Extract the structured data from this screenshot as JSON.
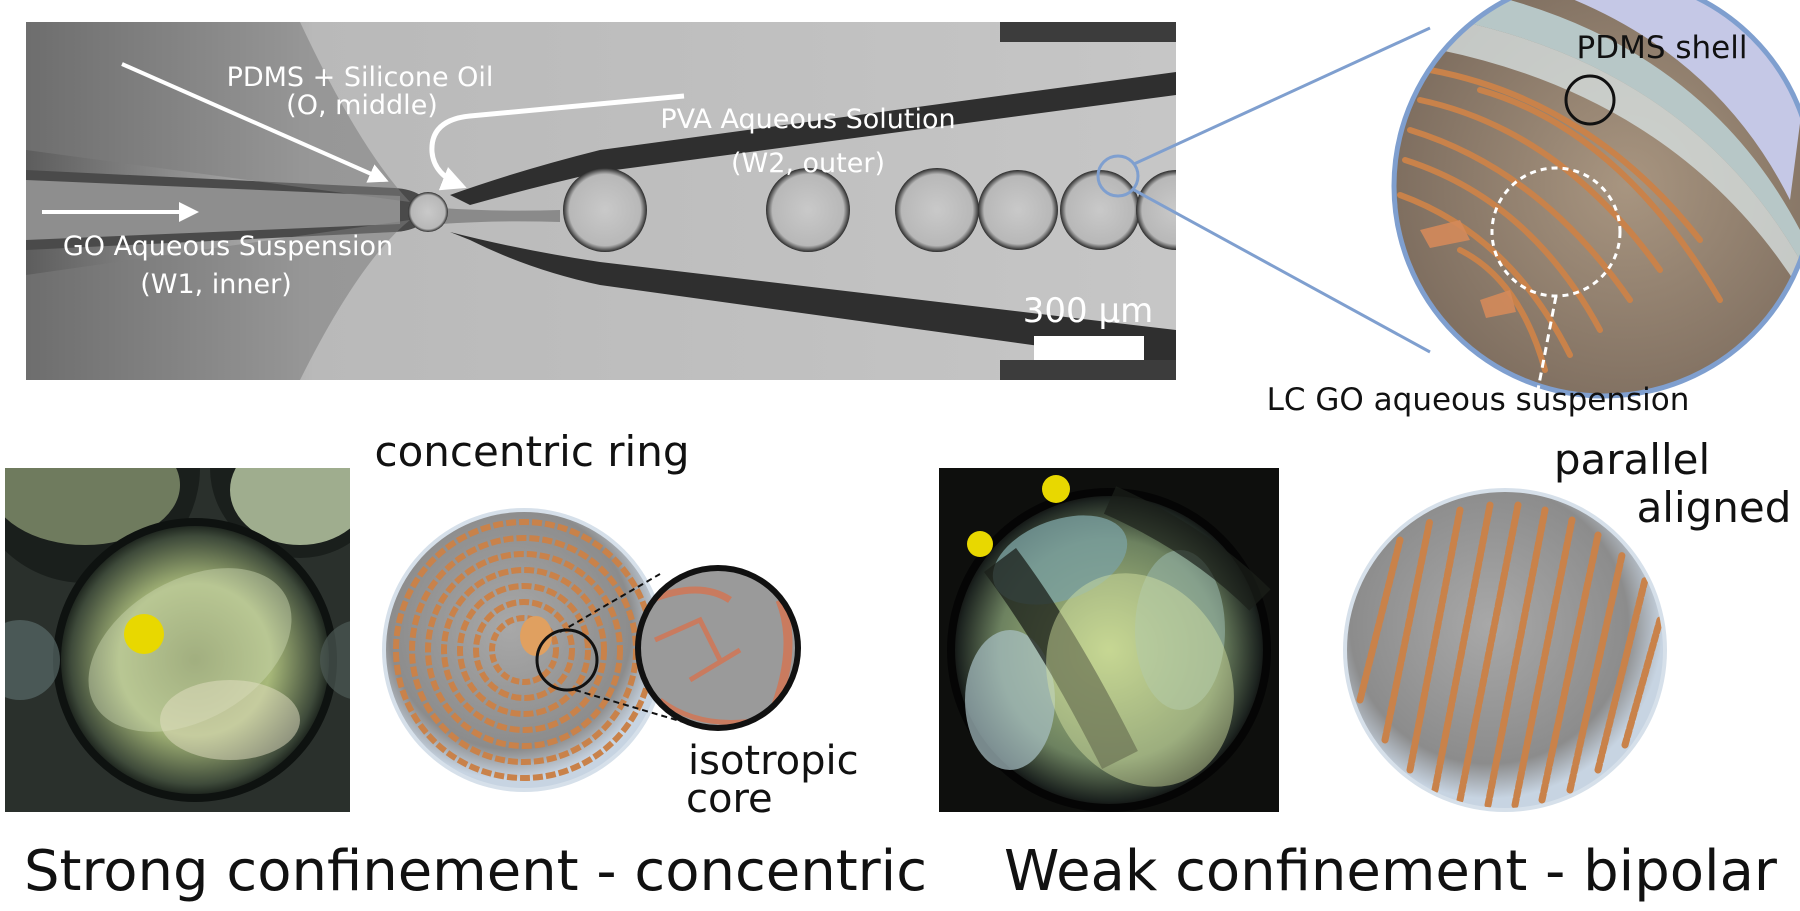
{
  "micrograph": {
    "label_pdms_oil_line1": "PDMS + Silicone Oil",
    "label_pdms_oil_line2": "(O, middle)",
    "label_pva_line1": "PVA Aqueous Solution",
    "label_pva_line2": "(W2, outer)",
    "label_go_line1": "GO Aqueous Suspension",
    "label_go_line2": "(W1, inner)",
    "scale_bar": "300 μm"
  },
  "zoom_inset": {
    "label_shell": "PDMS shell",
    "label_core": "LC GO aqueous suspension"
  },
  "strong": {
    "label_ring": "concentric ring",
    "label_core_line1": "isotropic",
    "label_core_line2": "core",
    "caption": "Strong confinement - concentric"
  },
  "weak": {
    "label_aligned_line1": "parallel",
    "label_aligned_line2": "aligned",
    "caption": "Weak confinement - bipolar"
  },
  "colors": {
    "marker_yellow": "#e8d800",
    "inset_outline": "#7f9fcf",
    "go_orange": "#c9824a"
  }
}
